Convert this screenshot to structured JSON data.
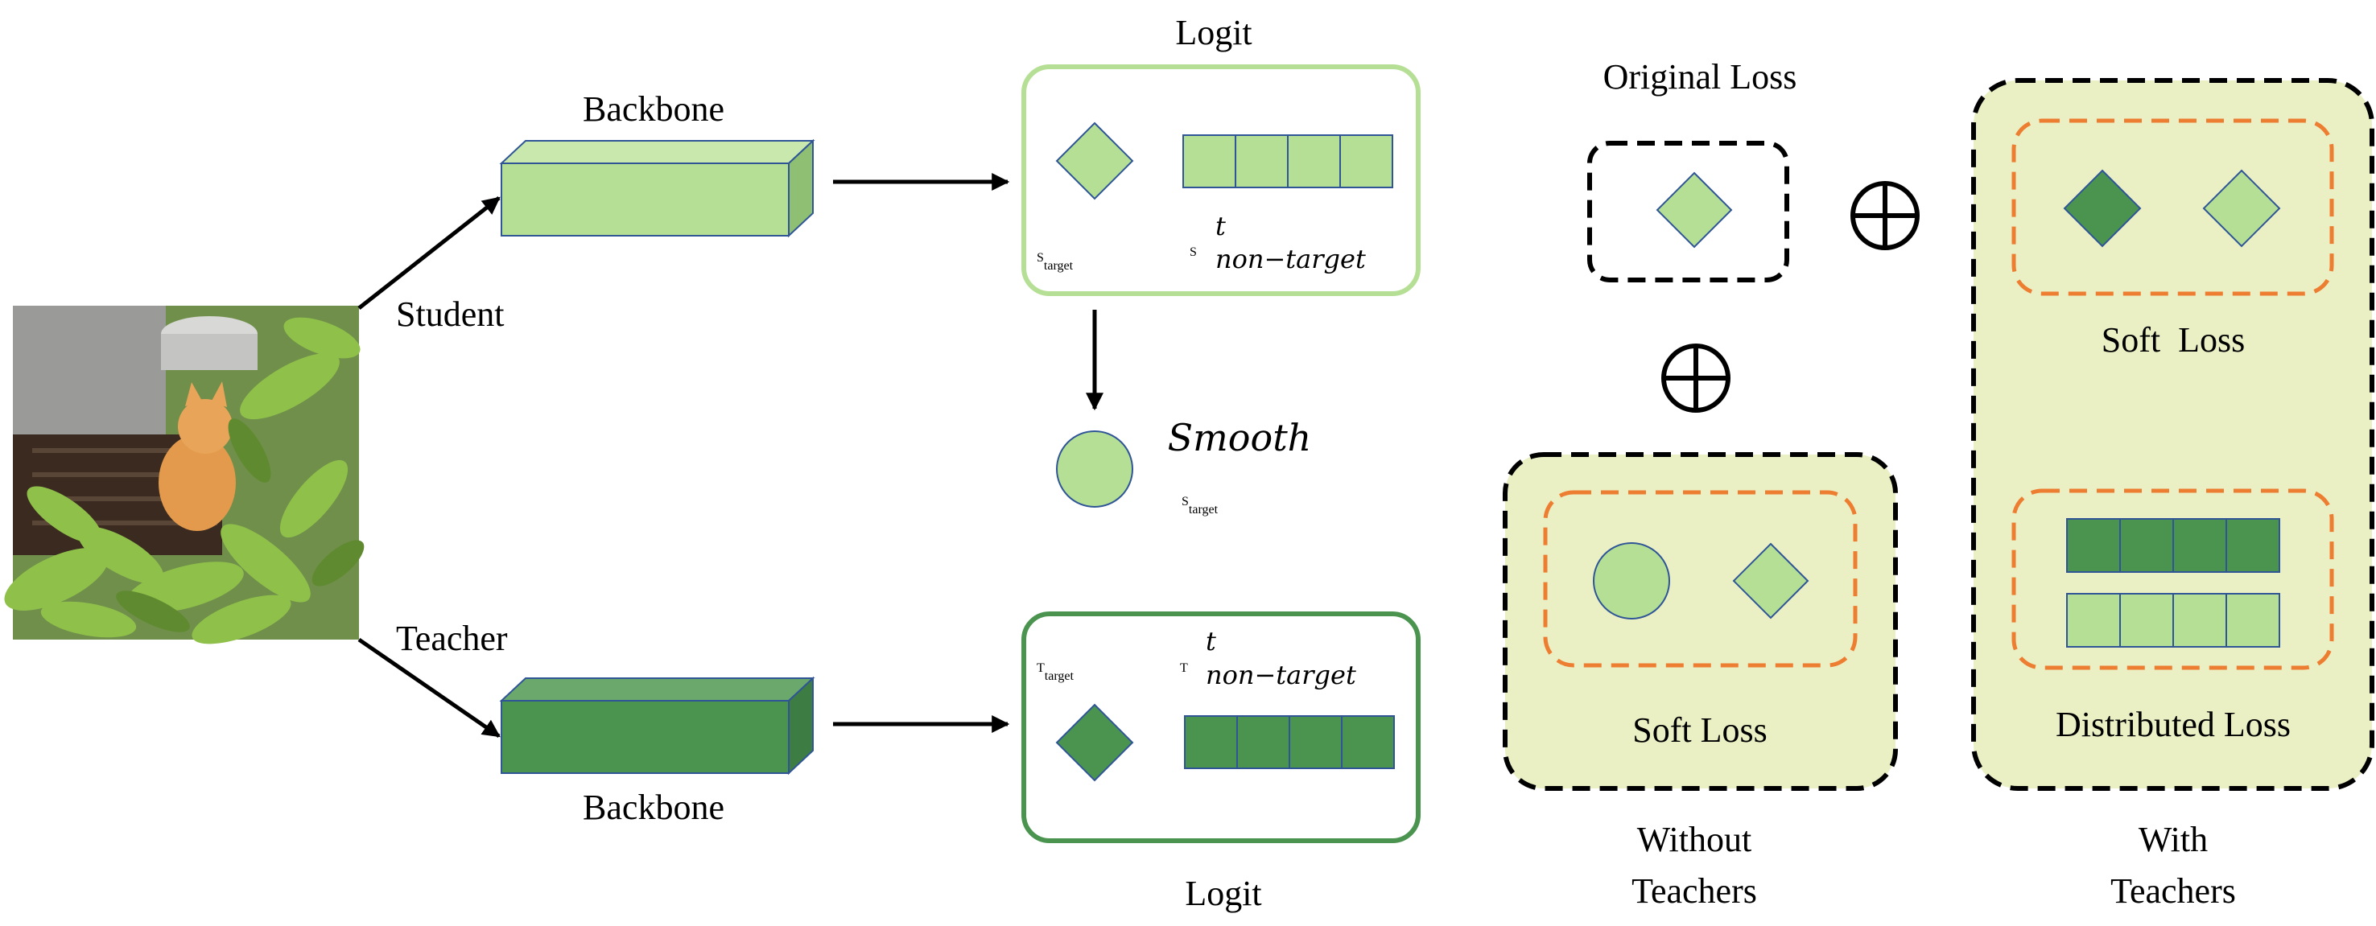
{
  "labels": {
    "student_backbone": "Backbone",
    "teacher_backbone": "Backbone",
    "student": "Student",
    "teacher": "Teacher",
    "logit_top": "Logit",
    "logit_bottom": "Logit",
    "original_loss": "Original Loss",
    "soft_loss_without": "Soft Loss",
    "soft_loss_with": "Soft  Loss",
    "distributed_loss": "Distributed Loss",
    "without_line1": "Without",
    "without_line2": "Teachers",
    "with_line1": "With",
    "with_line2": "Teachers"
  },
  "math": {
    "s_target_base": "S",
    "s_target_sub": "target",
    "s_nontarget_base": "S",
    "s_nontarget_sup": "t",
    "s_nontarget_sub": "non−target",
    "smooth_word": "Smooth",
    "smooth_base": "S",
    "smooth_sub": "target",
    "t_target_base": "T",
    "t_target_sub": "target",
    "t_nontarget_base": "T",
    "t_nontarget_sup": "t",
    "t_nontarget_sub": "non−target",
    "oplus": "⊕"
  },
  "colors": {
    "student_fill": "#b5df95",
    "student_side": "#8fbf72",
    "student_top": "#c8e8ae",
    "teacher_fill": "#4a9450",
    "teacher_side": "#3d7c42",
    "teacher_top": "#6aa86c",
    "light_panel": "#eaf0c4",
    "panel_border_light": "#b5df95",
    "panel_border_dark": "#4a9450",
    "orange_dash": "#ed7d31",
    "outline": "#2f5597"
  },
  "icons": {
    "photo": "cat-photo",
    "arrow": "arrow-right-icon"
  }
}
